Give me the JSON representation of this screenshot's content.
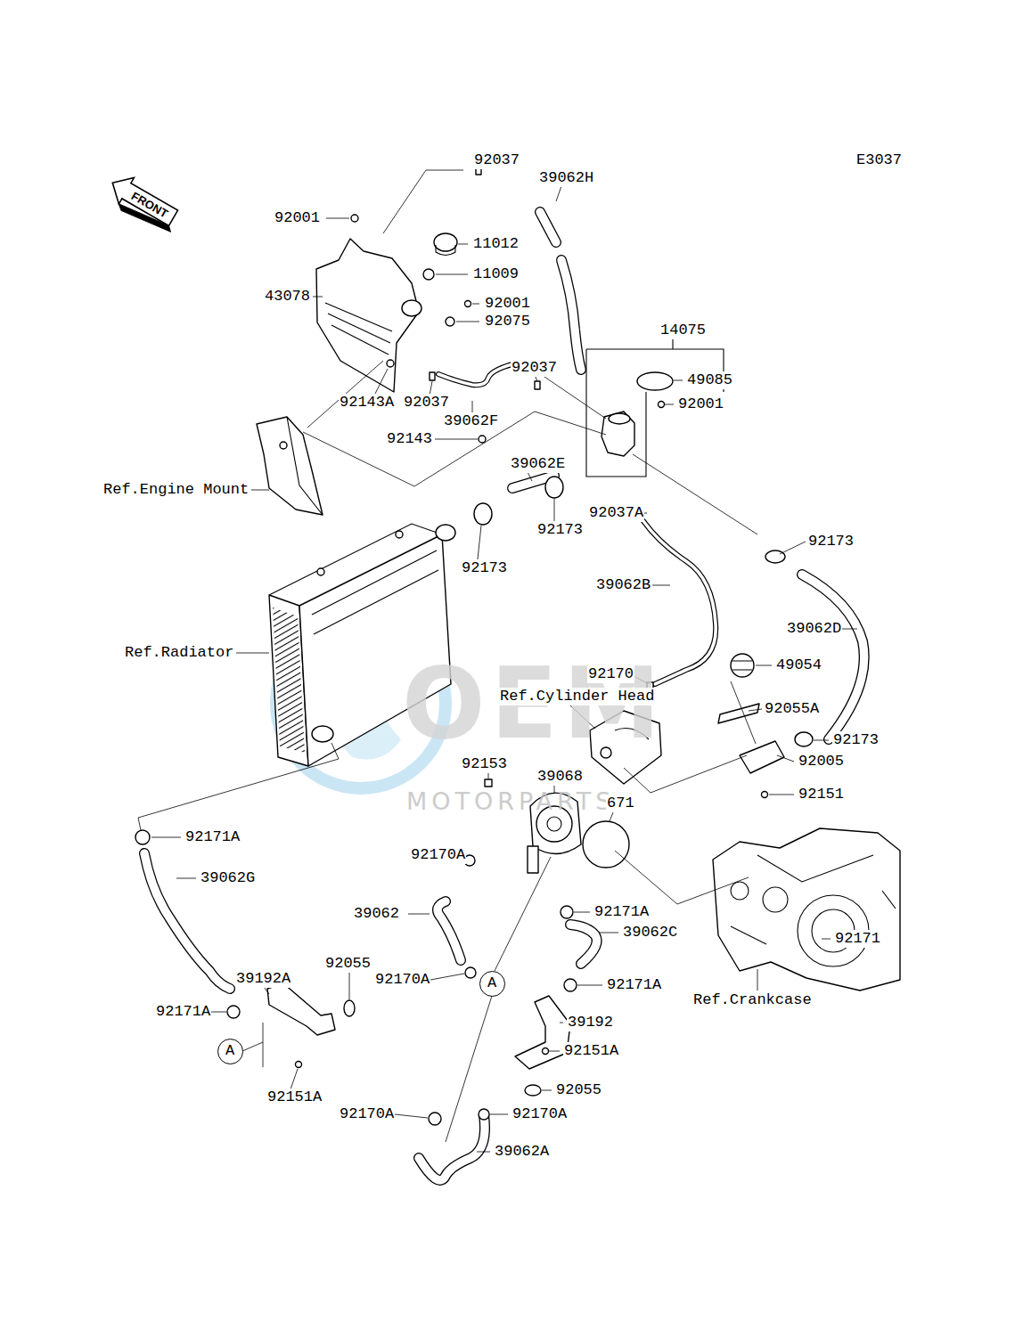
{
  "diagram": {
    "nodes": [
      {
        "text": [
          "FRONT"
        ]
      },
      {
        "text": [
          "A"
        ]
      },
      {
        "text": [
          "A"
        ]
      }
    ],
    "edges": [],
    "labels": [
      "E3037",
      "92037",
      "39062H",
      "92001",
      "11012",
      "11009",
      "43078",
      "92001",
      "92075",
      "14075",
      "92037",
      "49085",
      "92143A",
      "92037",
      "92001",
      "39062F",
      "92143",
      "39062E",
      "Ref.Engine Mount",
      "92037A",
      "92173",
      "92173",
      "92173",
      "39062B",
      "39062D",
      "Ref.Radiator",
      "92170",
      "49054",
      "Ref.Cylinder Head",
      "92055A",
      "92173",
      "92153",
      "92005",
      "39068",
      "671",
      "92151",
      "92171A",
      "92170A",
      "39062G",
      "39062",
      "92171A",
      "39062C",
      "92171",
      "92055",
      "39192A",
      "92170A",
      "92171A",
      "92171A",
      "39192",
      "Ref.Crankcase",
      "92151A",
      "92151A",
      "92055",
      "92170A",
      "92170A",
      "39062A",
      "OEM",
      "MOTORPARTS"
    ]
  }
}
